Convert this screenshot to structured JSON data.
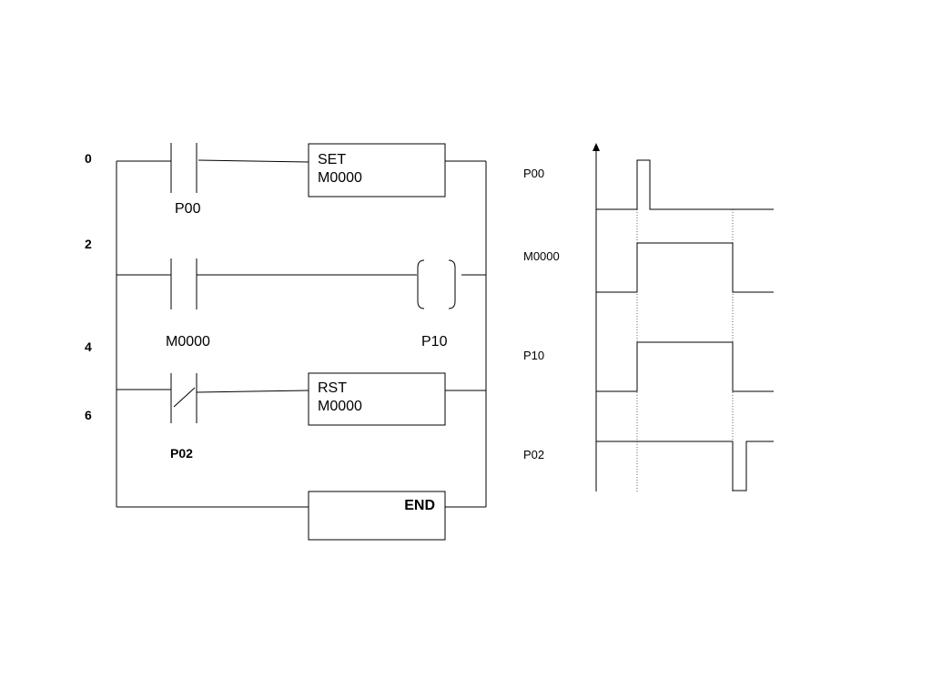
{
  "ladder": {
    "steps": [
      "0",
      "2",
      "4",
      "6"
    ],
    "contacts": {
      "p00": "P00",
      "m0000": "M0000",
      "p02": "P02"
    },
    "coil": "P10",
    "set_box": {
      "line1": "SET",
      "line2": "M0000"
    },
    "rst_box": {
      "line1": "RST",
      "line2": "M0000"
    },
    "end_box": "END"
  },
  "timing": {
    "signals": [
      "P00",
      "M0000",
      "P10",
      "P02"
    ]
  }
}
